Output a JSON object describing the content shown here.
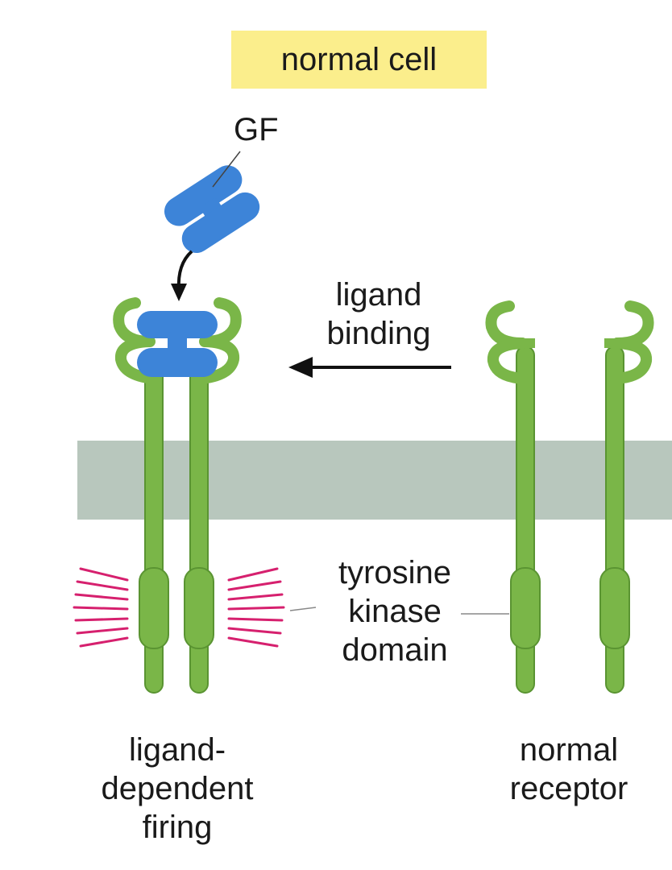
{
  "title": "normal cell",
  "labels": {
    "gf": "GF",
    "ligand_binding": [
      "ligand",
      "binding"
    ],
    "tyrosine_kinase_domain": [
      "tyrosine",
      "kinase",
      "domain"
    ],
    "ligand_dependent_firing": [
      "ligand-",
      "dependent",
      "firing"
    ],
    "normal_receptor": [
      "normal",
      "receptor"
    ]
  },
  "colors": {
    "title_background": "#fbee8c",
    "receptor": "#7ab648",
    "receptor_outline": "#5a9432",
    "growth_factor": "#3d84d8",
    "membrane": "#b8c7bd",
    "kinase_activity_rays": "#d6206e",
    "arrow": "#111111",
    "leader_line": "#888888"
  }
}
